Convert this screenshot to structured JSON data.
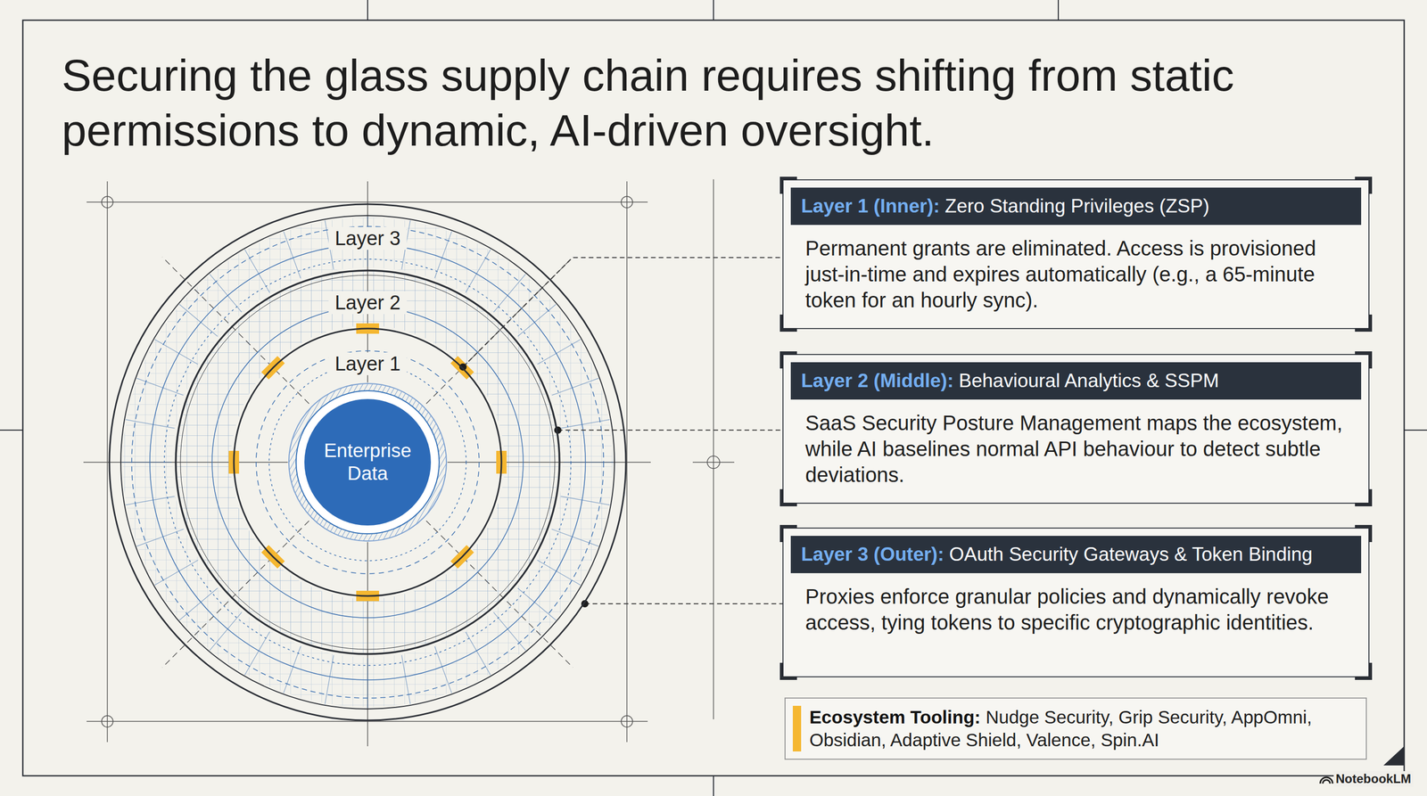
{
  "diagram": {
    "title": "Securing the glass supply chain requires shifting from static permissions to dynamic, AI-driven oversight.",
    "nodes": [
      {
        "text": [
          "Layer 3"
        ]
      },
      {
        "text": [
          "Layer 2"
        ],
        "in": 0
      },
      {
        "text": [
          "Layer 1"
        ],
        "in": 1
      },
      {
        "text": [
          "Enterprise Data"
        ],
        "in": 2
      },
      {
        "text": [
          "Layer 1 (Inner):",
          "Zero Standing Privileges (ZSP)",
          "Permanent grants are eliminated. Access is provisioned just-in-time and expires automatically (e.g., a 65-minute token for an hourly sync)."
        ]
      },
      {
        "text": [
          "Layer 2 (Middle):",
          "Behavioural Analytics & SSPM",
          "SaaS Security Posture Management maps the ecosystem, while AI baselines normal API behaviour to detect subtle deviations."
        ]
      },
      {
        "text": [
          "Layer 3 (Outer):",
          "OAuth Security Gateways & Token Binding",
          "Proxies enforce granular policies and dynamically revoke access, tying tokens to specific cryptographic identities."
        ]
      },
      {
        "text": [
          "Ecosystem Tooling:",
          "Nudge Security, Grip Security, AppOmni, Obsidian, Adaptive Shield, Valence, Spin.AI"
        ]
      }
    ],
    "edges": [
      {
        "from": 2,
        "to": 4,
        "arrow": "none"
      },
      {
        "from": 1,
        "to": 5,
        "arrow": "none"
      },
      {
        "from": 0,
        "to": 6,
        "arrow": "none"
      }
    ],
    "labels": [
      "NotebookLM"
    ]
  }
}
